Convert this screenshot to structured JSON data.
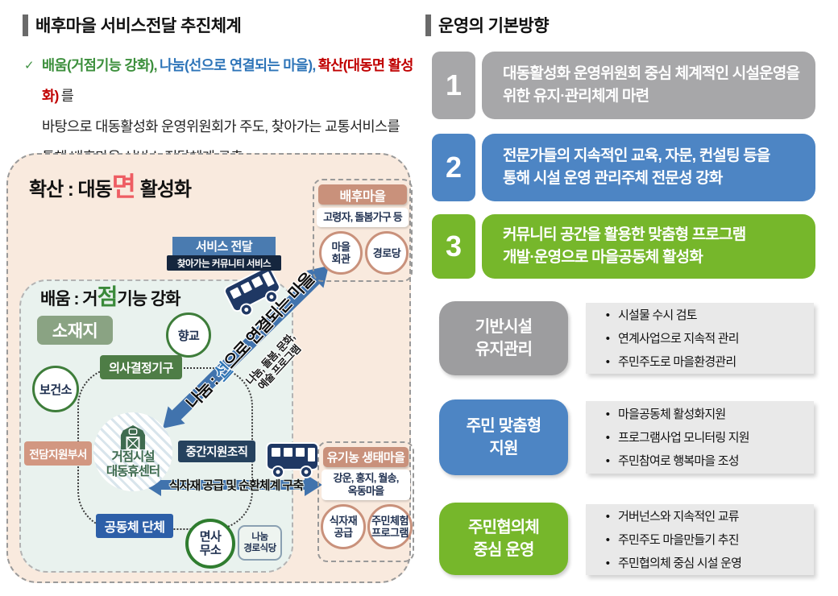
{
  "left": {
    "title": "배후마을 서비스전달 추진체계",
    "intro": {
      "check": "✓",
      "baeum": "배움(거점기능 강화),",
      "nanum": "나눔(선으로 연결되는 마을),",
      "hwaksan": "확산(대동면 활성화)",
      "tail": "를",
      "line2": "바탕으로 대동활성화 운영위원회가 주도, 찾아가는 교통서비스를",
      "line3": "통해 배후마을 서비스 전달체계 구축"
    },
    "diagram": {
      "hwaksan_title_pre": "확산 : 대동",
      "hwaksan_title_accent": "면",
      "hwaksan_title_post": " 활성화",
      "rear_village": {
        "header": "배후마을",
        "info": "고령자, 돌봄가구 등",
        "circle1_line1": "마을",
        "circle1_line2": "회관",
        "circle2": "경로당"
      },
      "service_box": "서비스 전달",
      "service_sub": "찾아가는 커뮤니티 서비스",
      "nanum_label_pre": "나눔 : ",
      "nanum_label_accent": "선",
      "nanum_label_post": "으로 연결되는 마을",
      "nanum_sub_line1": "나눔, 돌봄, 문화,",
      "nanum_sub_line2": "예술 프로그램",
      "baeum_title_pre": "배움 : 거",
      "baeum_title_accent": "점",
      "baeum_title_post": "기능 강화",
      "sojaeji": "소재지",
      "hyanggyo": "향교",
      "decision": "의사결정기구",
      "health": "보건소",
      "support_dept": "전담지원부서",
      "hub_line1": "거점시설",
      "hub_line2": "대동휴센터",
      "intermediate": "중간지원조직",
      "community": "공동체 단체",
      "township_line1": "면사",
      "township_line2": "무소",
      "restaurant_line1": "나눔",
      "restaurant_line2": "경로식당",
      "supply_arrow": "식자재 공급 및 순환체계 구축",
      "organic": {
        "header": "유기농 생태마을",
        "info_line1": "강운, 홍지, 월송,",
        "info_line2": "옥동마을",
        "circle1_line1": "식자재",
        "circle1_line2": "공급",
        "circle2_line1": "주민체험",
        "circle2_line2": "프로그램"
      }
    }
  },
  "right": {
    "title": "운영의 기본방향",
    "items": [
      {
        "num": "1",
        "color": "#a7a7a9",
        "line1": "대동활성화 운영위원회 중심 체계적인 시설운영을",
        "line2": "위한 유지·관리체계 마련"
      },
      {
        "num": "2",
        "color": "#4d85c4",
        "line1": "전문가들의 지속적인 교육, 자문, 컨설팅 등을",
        "line2": "통해 시설 운영 관리주체 전문성 강화"
      },
      {
        "num": "3",
        "color": "#76b72b",
        "line1": "커뮤니티 공간을 활용한 맞춤형 프로그램",
        "line2": "개발·운영으로 마을공동체 활성화"
      }
    ],
    "sections": [
      {
        "color": "#9d9d9f",
        "label_line1": "기반시설",
        "label_line2": "유지관리",
        "bullets": [
          "시설물 수시 검토",
          "연계사업으로 지속적 관리",
          "주민주도로 마을환경관리"
        ]
      },
      {
        "color": "#4d85c4",
        "label_line1": "주민 맞춤형",
        "label_line2": "지원",
        "bullets": [
          "마을공동체 활성화지원",
          "프로그램사업 모니터링 지원",
          "주민참여로 행복마을 조성"
        ]
      },
      {
        "color": "#76b72b",
        "label_line1": "주민협의체",
        "label_line2": "중심 운영",
        "bullets": [
          "거버넌스와 지속적인 교류",
          "주민주도 마을만들기 추진",
          "주민협의체 중심 시설 운영"
        ]
      }
    ]
  },
  "colors": {
    "accent_green": "#3c8f3c",
    "accent_blue": "#2d74b8",
    "accent_red": "#c00000",
    "diagram_bg": "#f9eade",
    "inner_zone_bg": "#e9f2ee",
    "tan": "#c9917b",
    "navy_text": "#1f3050",
    "arrow_blue": "#4173ad",
    "bus_navy": "#1f3864",
    "hwaksan_accent": "#ee5d63",
    "baeum_accent": "#3a8a3a"
  }
}
